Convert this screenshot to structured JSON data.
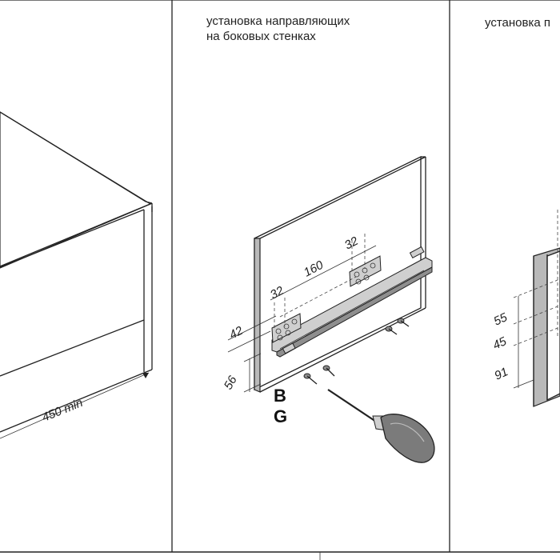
{
  "panels": {
    "left": {
      "dimension_label": "450 min"
    },
    "middle": {
      "caption_line1": "установка направляющих",
      "caption_line2": "на боковых стенках",
      "dim_32_left": "32",
      "dim_160": "160",
      "dim_32_right": "32",
      "dim_42": "42",
      "dim_56": "56",
      "letter_b": "B",
      "letter_g": "G"
    },
    "right": {
      "caption_line1": "установка п",
      "dim_55": "55",
      "dim_45": "45",
      "dim_91": "91"
    }
  }
}
